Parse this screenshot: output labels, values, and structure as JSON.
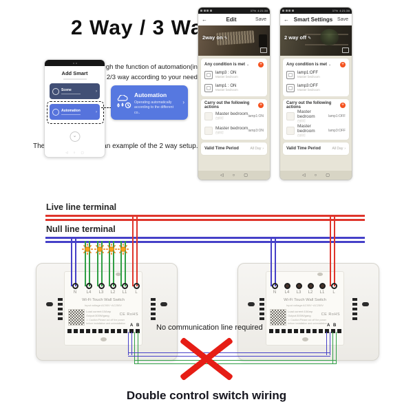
{
  "page": {
    "title": "2 Way / 3 Way",
    "intro_line1": "Through the function of  automation(in app)",
    "intro_line2": "to set  2/3 way according to your needs.",
    "example_note": "The images below are an example of the 2 way setup.",
    "bottom_title": "Double control switch wiring"
  },
  "icons": {
    "back": "←",
    "plus": "+",
    "chevron_down": "⌄",
    "chevron_right": "›",
    "pencil": "✎",
    "warning": "⚠",
    "nav_back": "◁",
    "nav_home": "○",
    "nav_recent": "▢"
  },
  "add_smart_phone": {
    "title": "Add Smart",
    "scene_label": "Scene",
    "automation_label": "Automation"
  },
  "callout": {
    "title": "Automation",
    "subtitle": "Operating automatically according to the different co.."
  },
  "phone_edit": {
    "status": {
      "battery": "37%",
      "time": "4:21:38"
    },
    "header": {
      "title": "Edit",
      "action": "Save"
    },
    "banner_label": "2way on",
    "condition_title": "Any condition is met",
    "conditions": [
      {
        "name": "lamp3 : ON",
        "location": "Master bedroom"
      },
      {
        "name": "lamp1 : ON",
        "location": "Master bedroom"
      }
    ],
    "action_title": "Carry out the following actions",
    "actions": [
      {
        "room": "Master bedroom",
        "device": "白炽灯",
        "state": "lamp1:ON"
      },
      {
        "room": "Master bedroom",
        "device": "白炽灯",
        "state": "lamp3:ON"
      }
    ],
    "time_label": "Valid Time Period",
    "time_value": "All Day"
  },
  "phone_smart": {
    "status": {
      "battery": "37%",
      "time": "4:21:38"
    },
    "header": {
      "title": "Smart Settings",
      "action": "Save"
    },
    "banner_label": "2 way off",
    "condition_title": "Any condition is met",
    "conditions": [
      {
        "name": "lamp1:OFF",
        "location": "Master bedroom"
      },
      {
        "name": "lamp3:OFF",
        "location": "Master bedroom"
      }
    ],
    "action_title": "Carry out the following actions",
    "actions": [
      {
        "room": "Master bedroom",
        "device": "白炽灯",
        "state": "lamp1:OFF"
      },
      {
        "room": "Master bedroom",
        "device": "白炽灯",
        "state": "lamp3:OFF"
      }
    ],
    "time_label": "Valid Time Period",
    "time_value": "All Day"
  },
  "wiring": {
    "live_label": "Live line terminal",
    "null_label": "Null line terminal",
    "no_comm_note": "No communication line required",
    "switch": {
      "name": "Wi-Fi Touch Wall Switch",
      "voltage": "Input voltage:AC90V~AC250V",
      "current": "Load current:10Amp",
      "output": "Output:300W/gang",
      "cert": "CE RoHS",
      "caution": "Caution:Please cut off the power before installation and uninstallation",
      "terminals": [
        "N",
        "L4",
        "L3",
        "L2",
        "L1",
        "L"
      ],
      "comm_a": "A",
      "comm_b": "B"
    }
  },
  "colors": {
    "live": "#df352b",
    "neutral": "#4540c8",
    "lamp_wire": "#2f9e44",
    "accent": "#f4511e",
    "callout_blue": "#5678e0"
  }
}
